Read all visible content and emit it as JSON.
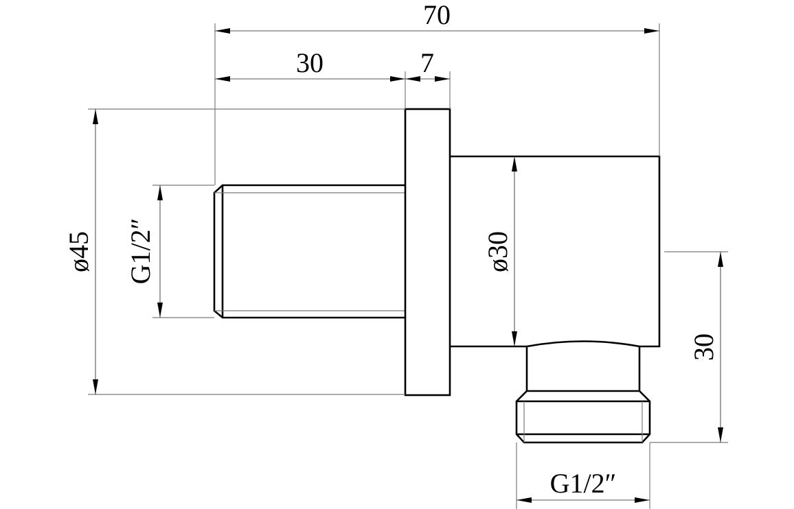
{
  "drawing": {
    "title": "Wall outlet elbow – technical dimension drawing",
    "units": "mm",
    "colors": {
      "outline": "#000000",
      "dimension": "#555555",
      "background": "#ffffff"
    }
  },
  "dimensions": {
    "overall_length": {
      "label": "70",
      "value": 70
    },
    "thread_length": {
      "label": "30",
      "value": 30
    },
    "flange_thickness": {
      "label": "7",
      "value": 7
    },
    "flange_diameter": {
      "label": "ø45",
      "value": 45
    },
    "inlet_thread": {
      "label": "G1/2″"
    },
    "body_diameter": {
      "label": "ø30",
      "value": 30
    },
    "outlet_height": {
      "label": "30",
      "value": 30
    },
    "outlet_thread": {
      "label": "G1/2″"
    }
  }
}
